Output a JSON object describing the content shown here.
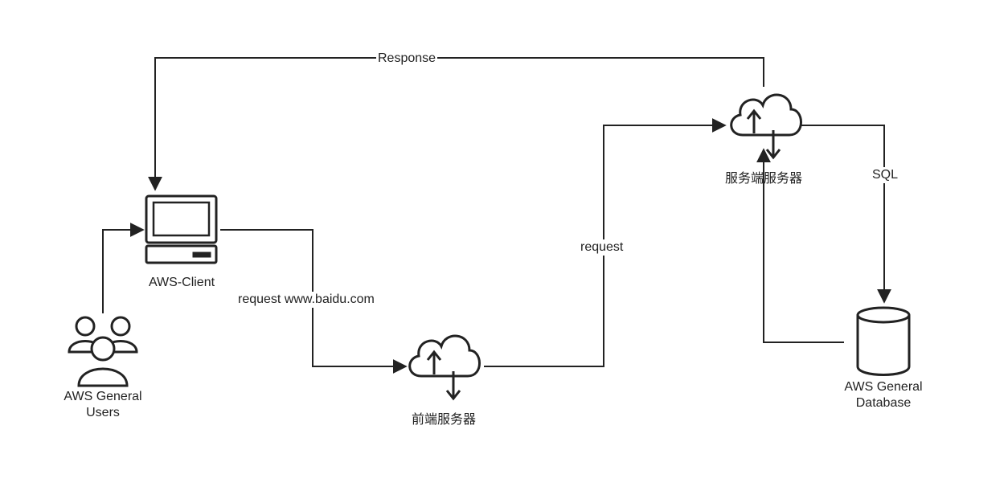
{
  "nodes": {
    "users": {
      "line1": "AWS General",
      "line2": "Users"
    },
    "client": {
      "label": "AWS-Client"
    },
    "frontend_server": {
      "label": "前端服务器"
    },
    "backend_server": {
      "label": "服务端服务器"
    },
    "database": {
      "line1": "AWS General",
      "line2": "Database"
    }
  },
  "edges": {
    "response": "Response",
    "client_request": "request www.baidu.com",
    "server_request": "request",
    "sql": "SQL"
  },
  "colors": {
    "stroke": "#222222",
    "background": "#ffffff"
  }
}
